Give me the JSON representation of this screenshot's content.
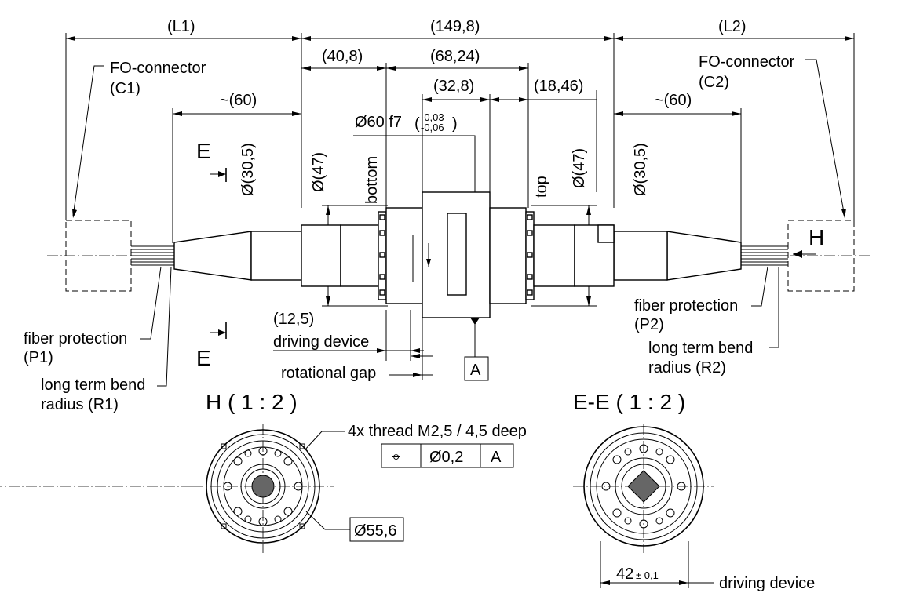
{
  "dimensions": {
    "l1": "(L1)",
    "total": "(149,8)",
    "l2": "(L2)",
    "d40": "(40,8)",
    "d68": "(68,24)",
    "d32": "(32,8)",
    "d18": "(18,46)",
    "d60_left": "~(60)",
    "d60_right": "~(60)",
    "dia60_main": "Ø60 f7",
    "tol_upper": "-0,03",
    "tol_lower": "-0,06",
    "dia47_left": "Ø(47)",
    "dia47_right": "Ø(47)",
    "dia30_left": "Ø(30,5)",
    "dia30_right": "Ø(30,5)",
    "d12": "(12,5)",
    "dia55": "Ø55,6",
    "w42": "42",
    "w42_tol": "± 0,1"
  },
  "labels": {
    "fo_connector_left": "FO-connector",
    "c1": "(C1)",
    "fo_connector_right": "FO-connector",
    "c2": "(C2)",
    "bottom": "bottom",
    "top": "top",
    "driving_device_1": "driving device",
    "rotational_gap": "rotational gap",
    "fiber_protection_left": "fiber protection",
    "p1": "(P1)",
    "fiber_protection_right": "fiber protection",
    "p2": "(P2)",
    "bend_left_1": "long term bend",
    "bend_left_2": "radius (R1)",
    "bend_right_1": "long term bend",
    "bend_right_2": "radius (R2)",
    "section_e_top": "E",
    "section_e_bottom": "E",
    "view_h": "H",
    "datum": "A",
    "thread_note": "4x thread M2,5 / 4,5 deep",
    "driving_device_2": "driving device"
  },
  "views": {
    "h_title": "H ( 1 : 2 )",
    "ee_title": "E-E ( 1 : 2 )"
  },
  "tolerance_frame": {
    "symbol": "⌖",
    "value": "Ø0,2",
    "datum": "A"
  }
}
